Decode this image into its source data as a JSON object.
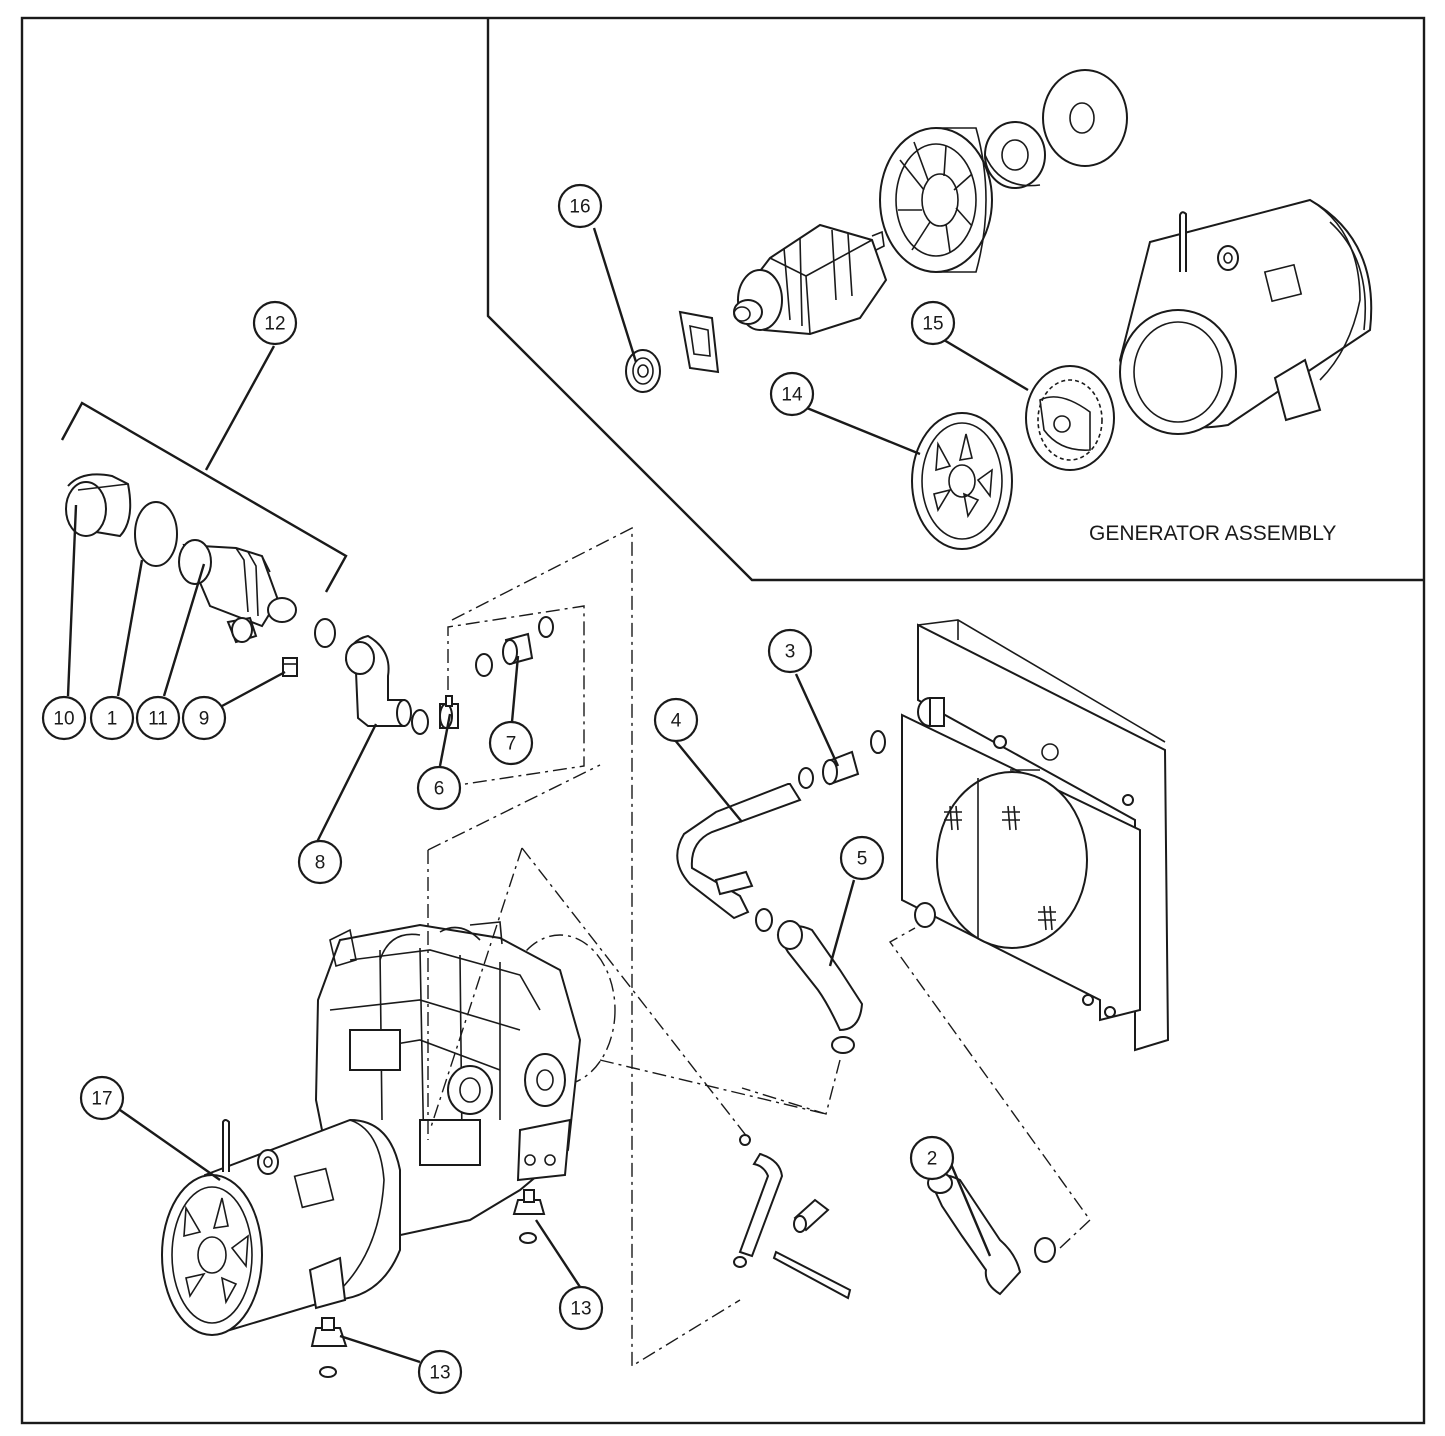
{
  "diagram": {
    "inset_caption": "GENERATOR ASSEMBLY",
    "callouts": [
      {
        "label": "1"
      },
      {
        "label": "2"
      },
      {
        "label": "3"
      },
      {
        "label": "4"
      },
      {
        "label": "5"
      },
      {
        "label": "6"
      },
      {
        "label": "7"
      },
      {
        "label": "8"
      },
      {
        "label": "9"
      },
      {
        "label": "10"
      },
      {
        "label": "11"
      },
      {
        "label": "12"
      },
      {
        "label": "13"
      },
      {
        "label": "13"
      },
      {
        "label": "14"
      },
      {
        "label": "15"
      },
      {
        "label": "16"
      },
      {
        "label": "17"
      }
    ]
  }
}
